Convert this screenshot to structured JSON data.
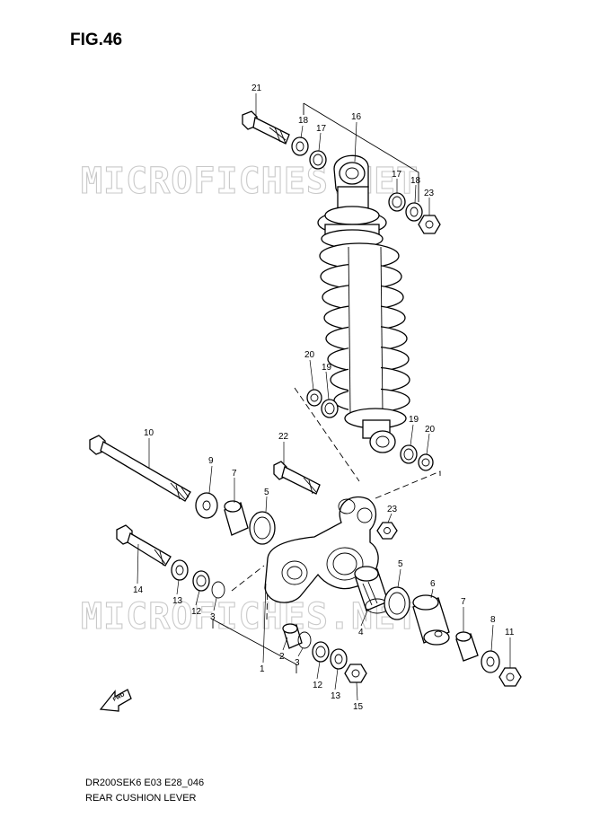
{
  "figure": {
    "title": "FIG.46",
    "code": "DR200SEK6 E03 E28_046",
    "name": "REAR CUSHION LEVER",
    "watermark": "MICROFICHES.NET",
    "fwd_label": "FWD"
  },
  "callouts": [
    "21",
    "18",
    "17",
    "16",
    "17",
    "18",
    "23",
    "20",
    "19",
    "19",
    "20",
    "10",
    "22",
    "9",
    "7",
    "5",
    "23",
    "14",
    "13",
    "12",
    "3",
    "1",
    "2",
    "3",
    "12",
    "13",
    "15",
    "5",
    "4",
    "6",
    "7",
    "8",
    "11"
  ]
}
